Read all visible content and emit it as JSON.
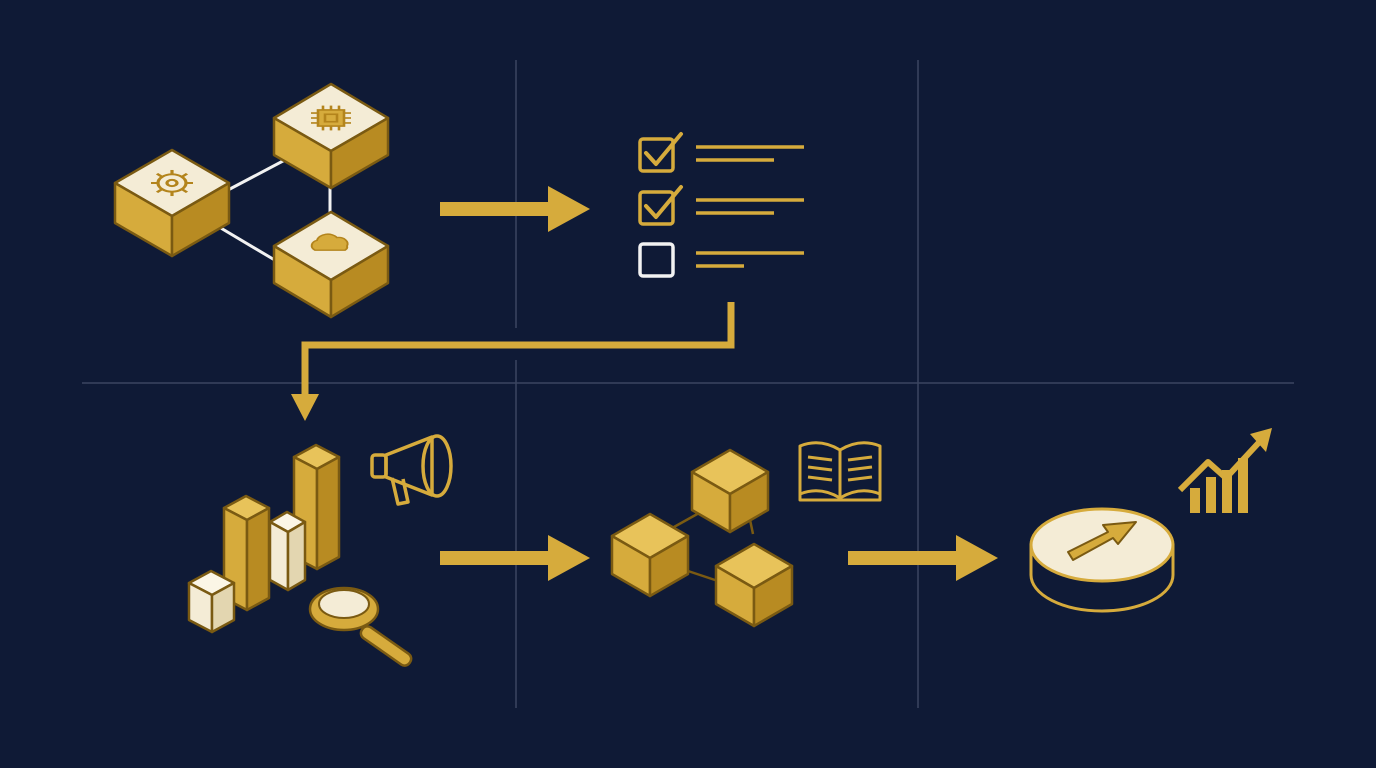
{
  "colors": {
    "background": "#0f1a36",
    "gold": "#d6ab3c",
    "gold_dark": "#a9801f",
    "gold_light": "#e8c35a",
    "cream": "#f4ecd6",
    "outline": "#7a5a12",
    "white": "#f2f2f2",
    "grid": "#3b4560"
  },
  "diagram": {
    "nodes": [
      {
        "id": "connected-modules",
        "icons": [
          "gear-icon",
          "chip-icon",
          "cloud-icon"
        ]
      },
      {
        "id": "checklist",
        "items": [
          {
            "checked": true
          },
          {
            "checked": true
          },
          {
            "checked": false
          }
        ]
      },
      {
        "id": "analytics",
        "icons": [
          "bar-chart-icon",
          "megaphone-icon",
          "magnifier-icon"
        ]
      },
      {
        "id": "knowledge-network",
        "icons": [
          "cubes-icon",
          "book-icon"
        ]
      },
      {
        "id": "growth-outcome",
        "icons": [
          "arrow-disc-icon",
          "growth-chart-icon"
        ]
      }
    ],
    "edges": [
      {
        "from": "connected-modules",
        "to": "checklist"
      },
      {
        "from": "checklist",
        "to": "analytics"
      },
      {
        "from": "analytics",
        "to": "knowledge-network"
      },
      {
        "from": "knowledge-network",
        "to": "growth-outcome"
      }
    ]
  }
}
